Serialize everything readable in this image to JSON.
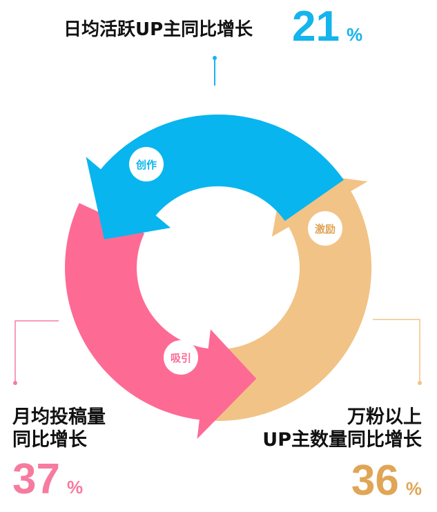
{
  "top": {
    "label": "日均活跃UP主同比增长",
    "value": "21",
    "unit": "%"
  },
  "left": {
    "line1": "月均投稿量",
    "line2": "同比增长",
    "value": "37",
    "unit": "%"
  },
  "right": {
    "line1": "万粉以上",
    "line2": "UP主数量同比增长",
    "value": "36",
    "unit": "%"
  },
  "cycle": [
    {
      "label": "创作",
      "color": "#08b5ee"
    },
    {
      "label": "激励",
      "color": "#f2c386"
    },
    {
      "label": "吸引",
      "color": "#fd6b95"
    }
  ],
  "colors": {
    "blue": "#14b4ec",
    "pink": "#f67b9f",
    "orange": "#e0a555"
  }
}
